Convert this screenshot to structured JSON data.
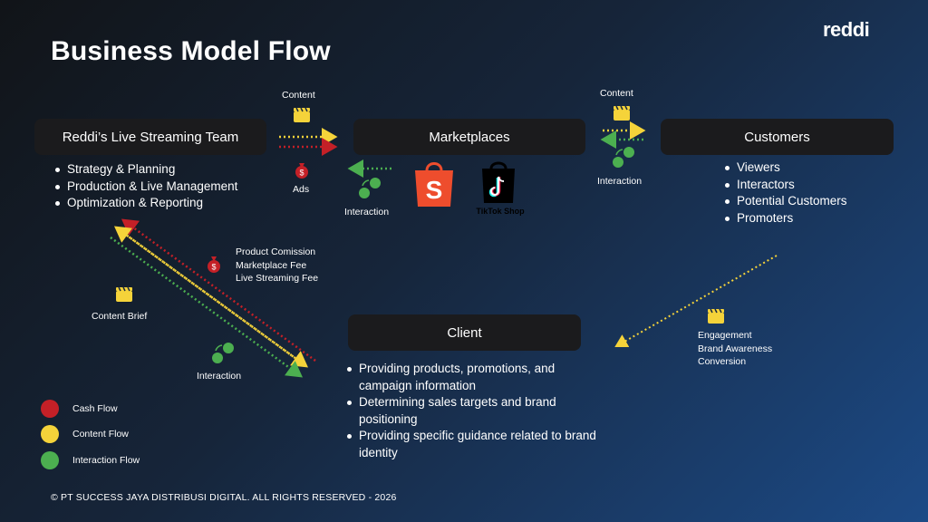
{
  "title": "Business Model Flow",
  "logo": "reddi",
  "nodes": {
    "team": "Reddi’s Live Streaming Team",
    "marketplaces": "Marketplaces",
    "customers": "Customers",
    "client": "Client"
  },
  "team_items": [
    "Strategy & Planning",
    "Production & Live Management",
    "Optimization & Reporting"
  ],
  "customer_items": [
    "Viewers",
    "Interactors",
    "Potential Customers",
    "Promoters"
  ],
  "client_items": [
    "Providing products, promotions, and campaign information",
    "Determining sales targets and brand positioning",
    "Providing specific guidance related to brand identity"
  ],
  "edge_labels": {
    "content_1": "Content",
    "ads": "Ads",
    "interaction_1": "Interaction",
    "content_2": "Content",
    "interaction_2": "Interaction",
    "fees": [
      "Product Comission",
      "Marketplace Fee",
      "Live Streaming Fee"
    ],
    "content_brief": "Content Brief",
    "interaction_3": "Interaction",
    "engagement": [
      "Engagement",
      "Brand Awareness",
      "Conversion"
    ]
  },
  "marketplace_logos": {
    "shopee_letter": "S",
    "tiktok_label": "TikTok Shop"
  },
  "legend": [
    {
      "label": "Cash Flow",
      "color": "#c42027"
    },
    {
      "label": "Content Flow",
      "color": "#f5d33a"
    },
    {
      "label": "Interaction Flow",
      "color": "#4caf50"
    }
  ],
  "colors": {
    "cash": "#c42027",
    "content": "#f5d33a",
    "interaction": "#4caf50",
    "box": "#1b1b1d"
  },
  "footer": "© PT SUCCESS JAYA DISTRIBUSI DIGITAL. ALL RIGHTS RESERVED - 2026"
}
